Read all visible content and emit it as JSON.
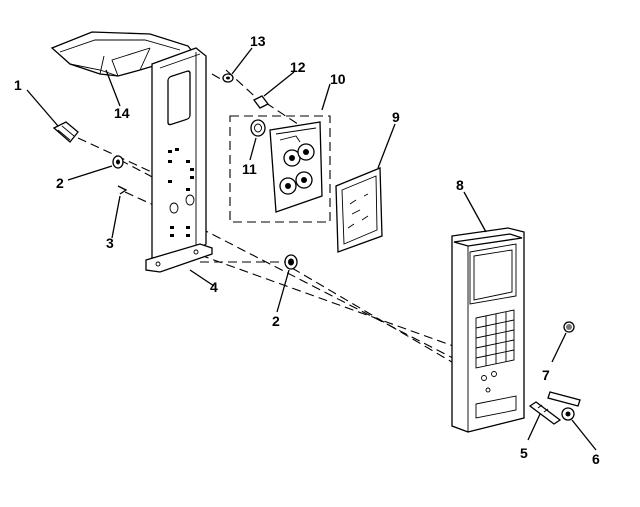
{
  "callouts": [
    {
      "id": "1",
      "part": "screw"
    },
    {
      "id": "2",
      "part": "washer"
    },
    {
      "id": "3",
      "part": "clip"
    },
    {
      "id": "4",
      "part": "control-panel-bracket"
    },
    {
      "id": "5",
      "part": "screw"
    },
    {
      "id": "6",
      "part": "nut"
    },
    {
      "id": "7",
      "part": "knob-cap"
    },
    {
      "id": "8",
      "part": "control-panel-frame"
    },
    {
      "id": "9",
      "part": "touch-pad-membrane"
    },
    {
      "id": "10",
      "part": "circuit-board-assembly"
    },
    {
      "id": "11",
      "part": "connector"
    },
    {
      "id": "12",
      "part": "spacer"
    },
    {
      "id": "13",
      "part": "screw"
    },
    {
      "id": "14",
      "part": "duct"
    }
  ]
}
